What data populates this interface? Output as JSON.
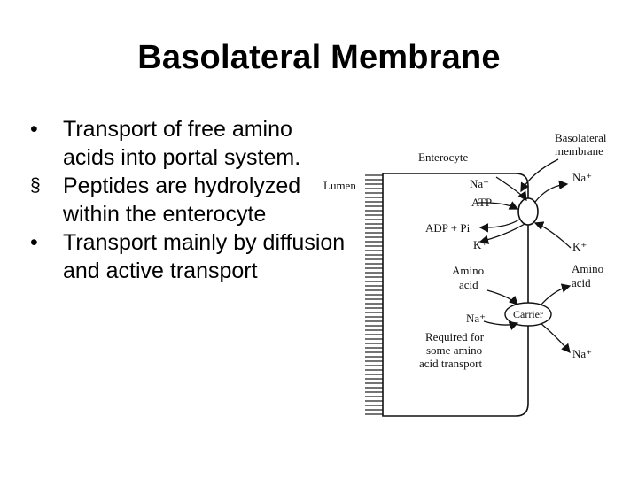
{
  "title": "Basolateral Membrane",
  "bullets": [
    {
      "marker": "•",
      "text": "Transport of free amino acids into portal system."
    },
    {
      "marker": "§",
      "text": "Peptides are hydrolyzed within the enterocyte"
    },
    {
      "marker": "•",
      "text": "Transport mainly by diffusion and active transport"
    }
  ],
  "diagram": {
    "enterocyte": "Enterocyte",
    "lumen": "Lumen",
    "basolateral": [
      "Basolateral",
      "membrane"
    ],
    "na_in": "Na⁺",
    "atp": "ATP",
    "adp_pi": "ADP + Pi",
    "k_in": "K⁺",
    "amino_in": [
      "Amino",
      "acid"
    ],
    "na_lower": "Na⁺",
    "required": [
      "Required for",
      "some amino",
      "acid transport"
    ],
    "carrier": "Carrier",
    "na_out": "Na⁺",
    "k_out": "K⁺",
    "amino_out": [
      "Amino",
      "acid"
    ],
    "na_out2": "Na⁺"
  }
}
